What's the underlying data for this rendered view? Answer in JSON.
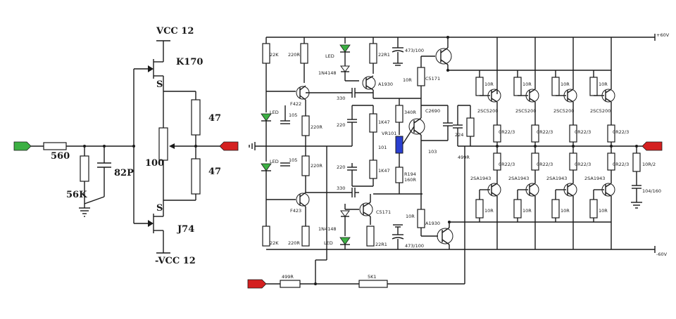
{
  "colors": {
    "wire": "#1a1a1a",
    "input_arrow": "#3cb043",
    "output_arrow": "#d42020",
    "led": "#3cb043",
    "trimmer": "#2a3fd0"
  },
  "left_circuit": {
    "vcc_top": "VCC 12",
    "vcc_bottom": "-VCC 12",
    "q_top": "K170",
    "q_bottom": "J74",
    "source_top": "S",
    "source_bottom": "S",
    "r_input": "560",
    "r_shunt": "56K",
    "c_shunt": "82P",
    "pot": "100",
    "r_top": "47",
    "r_bottom": "47"
  },
  "right_circuit": {
    "rail_pos": "+60V",
    "rail_neg": "-60V",
    "r_22k_top": "22K",
    "r_220r_top": "220R",
    "led_top": "LED",
    "d_top": "1N4148",
    "r_22r1_top": "22R1",
    "c_top": "473/100",
    "r_10r_a": "10R",
    "q_c5171": "C5171",
    "q_a1930_top": "A1930",
    "c_330_top": "330",
    "q_f422": "F422",
    "led_mid_top": "LED",
    "c_105_top": "105",
    "r_220r_mid": "220R",
    "c_220": "220",
    "r_1k47_top": "1K47",
    "r_340r": "340R",
    "q_c2690": "C2690",
    "vr": "VR101",
    "c_101": "101",
    "r_1k47_bot": "1K47",
    "r_194": "R194",
    "r_160r": "160R",
    "c_103": "103",
    "r_499r_mid": "499R",
    "c_224": "224",
    "led_mid_bot": "LED",
    "c_105_bot": "105",
    "r_220r_mid2": "220R",
    "c_220_bot": "220",
    "q_f423": "F423",
    "c_330_bot": "330",
    "q_c5171_bot": "C5171",
    "d_bot": "1N4148",
    "led_bot": "LED",
    "r_22r1_bot": "22R1",
    "c_bot": "473/100",
    "r_10r_b": "10R",
    "q_a1930_bot": "A1930",
    "r_22k_bot": "22K",
    "r_220r_bot": "220R",
    "r_499r_in": "499R",
    "r_fb": "5K1",
    "out_npn": [
      "2SC5200",
      "2SC5200",
      "2SC5200",
      "2SC5200"
    ],
    "out_pnp": [
      "2SA1943",
      "2SA1943",
      "2SA1943",
      "2SA1943"
    ],
    "r_base": "10R",
    "r_emit_top": [
      "0R22/3",
      "0R22/3",
      "0R22/3",
      "0R22/3"
    ],
    "r_emit_bot": [
      "0R22/3",
      "0R22/3",
      "0R22/3",
      "0R22/3"
    ],
    "zobel_r": "10R/2",
    "zobel_c": "104/160"
  }
}
